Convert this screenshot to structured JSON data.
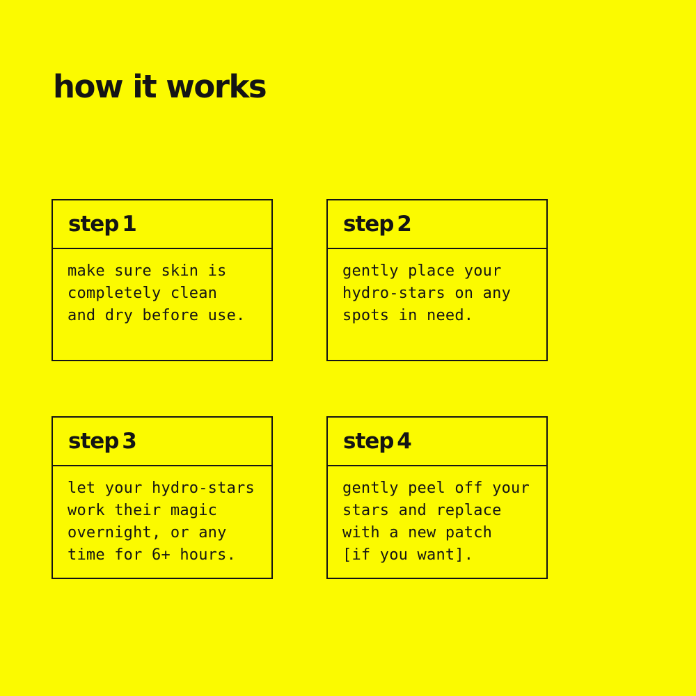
{
  "colors": {
    "background": "#FBFA00",
    "ink": "#141414"
  },
  "title": "how it works",
  "steps": [
    {
      "label": "step 1",
      "text": "make sure skin is\ncompletely clean\nand dry before use."
    },
    {
      "label": "step 2",
      "text": "gently place your\nhydro-stars on any\nspots in need."
    },
    {
      "label": "step 3",
      "text": "let your hydro-stars\nwork their magic\novernight, or any\ntime for 6+ hours."
    },
    {
      "label": "step 4",
      "text": "gently peel off your\nstars and replace\nwith a new patch\n[if you want]."
    }
  ]
}
